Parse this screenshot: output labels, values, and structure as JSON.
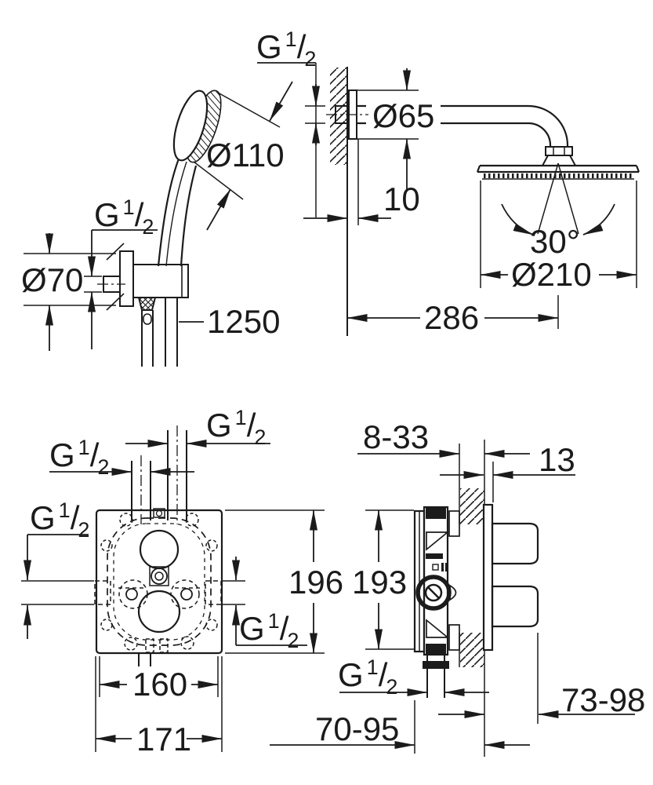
{
  "drawing": {
    "colors": {
      "background": "#ffffff",
      "line": "#1b1b1b"
    },
    "thread": {
      "g": "G",
      "sup": "1",
      "slash": "/",
      "sub": "2"
    },
    "dims": {
      "hand_shower_head_diameter": "Ø110",
      "holder_escutcheon_diameter": "Ø70",
      "shower_hose_length": "1250",
      "arm_escutcheon_diameter": "Ø65",
      "arm_escutcheon_offset": "10",
      "head_swivel_angle": "30°",
      "head_spray_diameter": "Ø210",
      "arm_projection": "286",
      "rough_in_box_height": "196",
      "rough_in_inner_width": "160",
      "rough_in_outer_width": "171",
      "finished_wall_range": "8-33",
      "trim_plate_thickness": "13",
      "valve_body_height": "193",
      "handle_projection_range": "73-98",
      "body_recess_range": "70-95"
    }
  }
}
